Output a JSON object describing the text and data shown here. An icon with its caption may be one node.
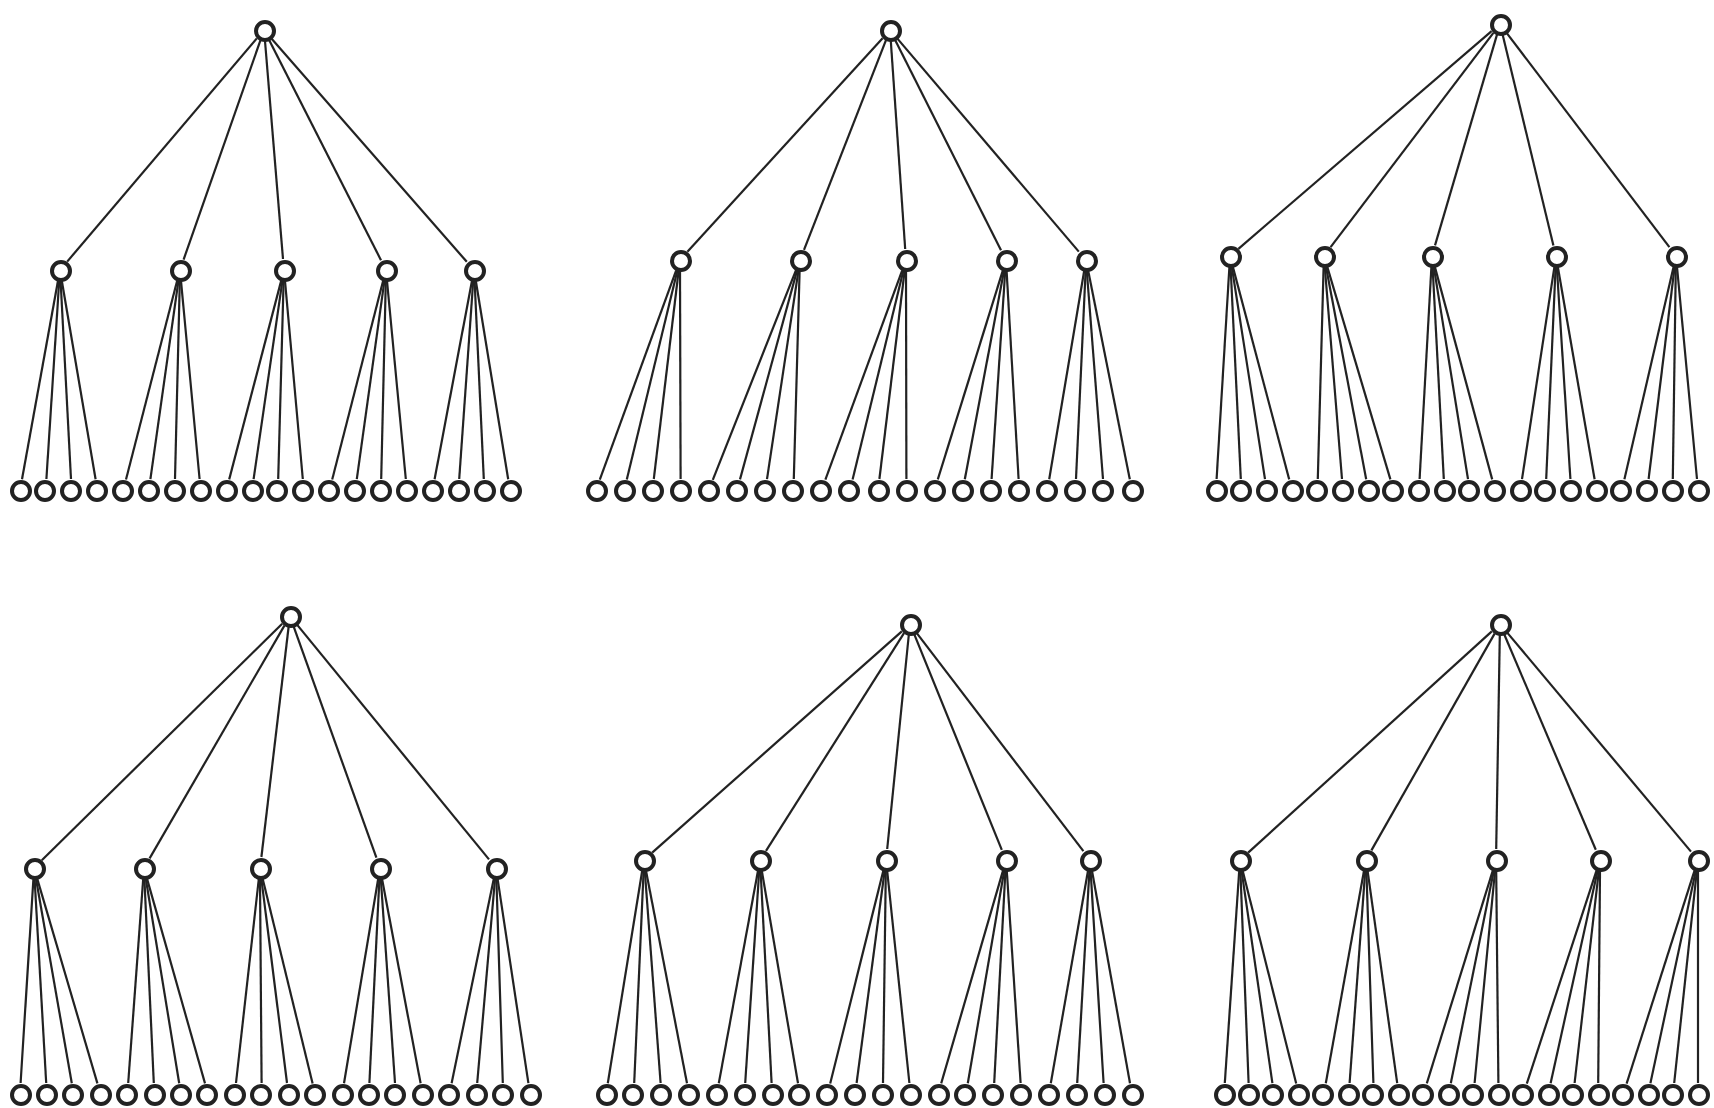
{
  "diagram": {
    "nodes": [
      {
        "text": [],
        "shape": "circle"
      },
      {
        "text": [],
        "shape": "circle"
      },
      {
        "text": [],
        "shape": "circle"
      },
      {
        "text": [],
        "shape": "circle"
      },
      {
        "text": [],
        "shape": "circle"
      },
      {
        "text": [],
        "shape": "circle"
      },
      {
        "text": [],
        "shape": "circle"
      },
      {
        "text": [],
        "shape": "circle"
      },
      {
        "text": [],
        "shape": "circle"
      },
      {
        "text": [],
        "shape": "circle"
      },
      {
        "text": [],
        "shape": "circle"
      },
      {
        "text": [],
        "shape": "circle"
      },
      {
        "text": [],
        "shape": "circle"
      },
      {
        "text": [],
        "shape": "circle"
      },
      {
        "text": [],
        "shape": "circle"
      },
      {
        "text": [],
        "shape": "circle"
      },
      {
        "text": [],
        "shape": "circle"
      },
      {
        "text": [],
        "shape": "circle"
      },
      {
        "text": [],
        "shape": "circle"
      },
      {
        "text": [],
        "shape": "circle"
      },
      {
        "text": [],
        "shape": "circle"
      },
      {
        "text": [],
        "shape": "circle"
      },
      {
        "text": [],
        "shape": "circle"
      },
      {
        "text": [],
        "shape": "circle"
      },
      {
        "text": [],
        "shape": "circle"
      },
      {
        "text": [],
        "shape": "circle"
      },
      {
        "text": [],
        "shape": "circle"
      },
      {
        "text": [],
        "shape": "circle"
      },
      {
        "text": [],
        "shape": "circle"
      },
      {
        "text": [],
        "shape": "circle"
      },
      {
        "text": [],
        "shape": "circle"
      },
      {
        "text": [],
        "shape": "circle"
      },
      {
        "text": [],
        "shape": "circle"
      },
      {
        "text": [],
        "shape": "circle"
      },
      {
        "text": [],
        "shape": "circle"
      },
      {
        "text": [],
        "shape": "circle"
      },
      {
        "text": [],
        "shape": "circle"
      },
      {
        "text": [],
        "shape": "circle"
      },
      {
        "text": [],
        "shape": "circle"
      },
      {
        "text": [],
        "shape": "circle"
      },
      {
        "text": [],
        "shape": "circle"
      },
      {
        "text": [],
        "shape": "circle"
      },
      {
        "text": [],
        "shape": "circle"
      },
      {
        "text": [],
        "shape": "circle"
      },
      {
        "text": [],
        "shape": "circle"
      },
      {
        "text": [],
        "shape": "circle"
      },
      {
        "text": [],
        "shape": "circle"
      },
      {
        "text": [],
        "shape": "circle"
      },
      {
        "text": [],
        "shape": "circle"
      },
      {
        "text": [],
        "shape": "circle"
      },
      {
        "text": [],
        "shape": "circle"
      },
      {
        "text": [],
        "shape": "circle"
      },
      {
        "text": [],
        "shape": "circle"
      },
      {
        "text": [],
        "shape": "circle"
      },
      {
        "text": [],
        "shape": "circle"
      },
      {
        "text": [],
        "shape": "circle"
      },
      {
        "text": [],
        "shape": "circle"
      },
      {
        "text": [],
        "shape": "circle"
      },
      {
        "text": [],
        "shape": "circle"
      },
      {
        "text": [],
        "shape": "circle"
      },
      {
        "text": [],
        "shape": "circle"
      },
      {
        "text": [],
        "shape": "circle"
      },
      {
        "text": [],
        "shape": "circle"
      },
      {
        "text": [],
        "shape": "circle"
      },
      {
        "text": [],
        "shape": "circle"
      },
      {
        "text": [],
        "shape": "circle"
      },
      {
        "text": [],
        "shape": "circle"
      },
      {
        "text": [],
        "shape": "circle"
      },
      {
        "text": [],
        "shape": "circle"
      },
      {
        "text": [],
        "shape": "circle"
      },
      {
        "text": [],
        "shape": "circle"
      },
      {
        "text": [],
        "shape": "circle"
      },
      {
        "text": [],
        "shape": "circle"
      },
      {
        "text": [],
        "shape": "circle"
      },
      {
        "text": [],
        "shape": "circle"
      },
      {
        "text": [],
        "shape": "circle"
      },
      {
        "text": [],
        "shape": "circle"
      },
      {
        "text": [],
        "shape": "circle"
      },
      {
        "text": [],
        "shape": "circle"
      },
      {
        "text": [],
        "shape": "circle"
      },
      {
        "text": [],
        "shape": "circle"
      },
      {
        "text": [],
        "shape": "circle"
      },
      {
        "text": [],
        "shape": "circle"
      },
      {
        "text": [],
        "shape": "circle"
      },
      {
        "text": [],
        "shape": "circle"
      },
      {
        "text": [],
        "shape": "circle"
      },
      {
        "text": [],
        "shape": "circle"
      },
      {
        "text": [],
        "shape": "circle"
      },
      {
        "text": [],
        "shape": "circle"
      },
      {
        "text": [],
        "shape": "circle"
      },
      {
        "text": [],
        "shape": "circle"
      },
      {
        "text": [],
        "shape": "circle"
      },
      {
        "text": [],
        "shape": "circle"
      },
      {
        "text": [],
        "shape": "circle"
      },
      {
        "text": [],
        "shape": "circle"
      },
      {
        "text": [],
        "shape": "circle"
      },
      {
        "text": [],
        "shape": "circle"
      },
      {
        "text": [],
        "shape": "circle"
      },
      {
        "text": [],
        "shape": "circle"
      },
      {
        "text": [],
        "shape": "circle"
      },
      {
        "text": [],
        "shape": "circle"
      },
      {
        "text": [],
        "shape": "circle"
      },
      {
        "text": [],
        "shape": "circle"
      },
      {
        "text": [],
        "shape": "circle"
      },
      {
        "text": [],
        "shape": "circle"
      },
      {
        "text": [],
        "shape": "circle"
      },
      {
        "text": [],
        "shape": "circle"
      },
      {
        "text": [],
        "shape": "circle"
      },
      {
        "text": [],
        "shape": "circle"
      },
      {
        "text": [],
        "shape": "circle"
      },
      {
        "text": [],
        "shape": "circle"
      },
      {
        "text": [],
        "shape": "circle"
      },
      {
        "text": [],
        "shape": "circle"
      },
      {
        "text": [],
        "shape": "circle"
      },
      {
        "text": [],
        "shape": "circle"
      },
      {
        "text": [],
        "shape": "circle"
      },
      {
        "text": [],
        "shape": "circle"
      },
      {
        "text": [],
        "shape": "circle"
      },
      {
        "text": [],
        "shape": "circle"
      },
      {
        "text": [],
        "shape": "circle"
      },
      {
        "text": [],
        "shape": "circle"
      },
      {
        "text": [],
        "shape": "circle"
      },
      {
        "text": [],
        "shape": "circle"
      },
      {
        "text": [],
        "shape": "circle"
      },
      {
        "text": [],
        "shape": "circle"
      },
      {
        "text": [],
        "shape": "circle"
      },
      {
        "text": [],
        "shape": "circle"
      },
      {
        "text": [],
        "shape": "circle"
      },
      {
        "text": [],
        "shape": "circle"
      },
      {
        "text": [],
        "shape": "circle"
      },
      {
        "text": [],
        "shape": "circle"
      },
      {
        "text": [],
        "shape": "circle"
      },
      {
        "text": [],
        "shape": "circle"
      },
      {
        "text": [],
        "shape": "circle"
      },
      {
        "text": [],
        "shape": "circle"
      },
      {
        "text": [],
        "shape": "circle"
      },
      {
        "text": [],
        "shape": "circle"
      },
      {
        "text": [],
        "shape": "circle"
      },
      {
        "text": [],
        "shape": "circle"
      },
      {
        "text": [],
        "shape": "circle"
      },
      {
        "text": [],
        "shape": "circle"
      },
      {
        "text": [],
        "shape": "circle"
      },
      {
        "text": [],
        "shape": "circle"
      },
      {
        "text": [],
        "shape": "circle"
      },
      {
        "text": [],
        "shape": "circle"
      },
      {
        "text": [],
        "shape": "circle"
      },
      {
        "text": [],
        "shape": "circle"
      },
      {
        "text": [],
        "shape": "circle"
      },
      {
        "text": [],
        "shape": "circle"
      },
      {
        "text": [],
        "shape": "circle"
      },
      {
        "text": [],
        "shape": "circle"
      },
      {
        "text": [],
        "shape": "circle"
      },
      {
        "text": [],
        "shape": "circle"
      },
      {
        "text": [],
        "shape": "circle"
      },
      {
        "text": [],
        "shape": "circle"
      },
      {
        "text": [],
        "shape": "circle"
      }
    ],
    "edges": [
      {
        "from": 0,
        "to": 1,
        "arrow": "none"
      },
      {
        "from": 0,
        "to": 2,
        "arrow": "none"
      },
      {
        "from": 0,
        "to": 3,
        "arrow": "none"
      },
      {
        "from": 0,
        "to": 4,
        "arrow": "none"
      },
      {
        "from": 0,
        "to": 5,
        "arrow": "none"
      },
      {
        "from": 1,
        "to": 6,
        "arrow": "none"
      },
      {
        "from": 1,
        "to": 7,
        "arrow": "none"
      },
      {
        "from": 1,
        "to": 8,
        "arrow": "none"
      },
      {
        "from": 1,
        "to": 9,
        "arrow": "none"
      },
      {
        "from": 2,
        "to": 10,
        "arrow": "none"
      },
      {
        "from": 2,
        "to": 11,
        "arrow": "none"
      },
      {
        "from": 2,
        "to": 12,
        "arrow": "none"
      },
      {
        "from": 2,
        "to": 13,
        "arrow": "none"
      },
      {
        "from": 3,
        "to": 14,
        "arrow": "none"
      },
      {
        "from": 3,
        "to": 15,
        "arrow": "none"
      },
      {
        "from": 3,
        "to": 16,
        "arrow": "none"
      },
      {
        "from": 3,
        "to": 17,
        "arrow": "none"
      },
      {
        "from": 4,
        "to": 18,
        "arrow": "none"
      },
      {
        "from": 4,
        "to": 19,
        "arrow": "none"
      },
      {
        "from": 4,
        "to": 20,
        "arrow": "none"
      },
      {
        "from": 4,
        "to": 21,
        "arrow": "none"
      },
      {
        "from": 5,
        "to": 22,
        "arrow": "none"
      },
      {
        "from": 5,
        "to": 23,
        "arrow": "none"
      },
      {
        "from": 5,
        "to": 24,
        "arrow": "none"
      },
      {
        "from": 5,
        "to": 25,
        "arrow": "none"
      },
      {
        "from": 26,
        "to": 27,
        "arrow": "none"
      },
      {
        "from": 26,
        "to": 28,
        "arrow": "none"
      },
      {
        "from": 26,
        "to": 29,
        "arrow": "none"
      },
      {
        "from": 26,
        "to": 30,
        "arrow": "none"
      },
      {
        "from": 26,
        "to": 31,
        "arrow": "none"
      },
      {
        "from": 27,
        "to": 32,
        "arrow": "none"
      },
      {
        "from": 27,
        "to": 33,
        "arrow": "none"
      },
      {
        "from": 27,
        "to": 34,
        "arrow": "none"
      },
      {
        "from": 27,
        "to": 35,
        "arrow": "none"
      },
      {
        "from": 28,
        "to": 36,
        "arrow": "none"
      },
      {
        "from": 28,
        "to": 37,
        "arrow": "none"
      },
      {
        "from": 28,
        "to": 38,
        "arrow": "none"
      },
      {
        "from": 28,
        "to": 39,
        "arrow": "none"
      },
      {
        "from": 29,
        "to": 40,
        "arrow": "none"
      },
      {
        "from": 29,
        "to": 41,
        "arrow": "none"
      },
      {
        "from": 29,
        "to": 42,
        "arrow": "none"
      },
      {
        "from": 29,
        "to": 43,
        "arrow": "none"
      },
      {
        "from": 30,
        "to": 44,
        "arrow": "none"
      },
      {
        "from": 30,
        "to": 45,
        "arrow": "none"
      },
      {
        "from": 30,
        "to": 46,
        "arrow": "none"
      },
      {
        "from": 30,
        "to": 47,
        "arrow": "none"
      },
      {
        "from": 31,
        "to": 48,
        "arrow": "none"
      },
      {
        "from": 31,
        "to": 49,
        "arrow": "none"
      },
      {
        "from": 31,
        "to": 50,
        "arrow": "none"
      },
      {
        "from": 31,
        "to": 51,
        "arrow": "none"
      },
      {
        "from": 52,
        "to": 53,
        "arrow": "none"
      },
      {
        "from": 52,
        "to": 54,
        "arrow": "none"
      },
      {
        "from": 52,
        "to": 55,
        "arrow": "none"
      },
      {
        "from": 52,
        "to": 56,
        "arrow": "none"
      },
      {
        "from": 52,
        "to": 57,
        "arrow": "none"
      },
      {
        "from": 53,
        "to": 58,
        "arrow": "none"
      },
      {
        "from": 53,
        "to": 59,
        "arrow": "none"
      },
      {
        "from": 53,
        "to": 60,
        "arrow": "none"
      },
      {
        "from": 53,
        "to": 61,
        "arrow": "none"
      },
      {
        "from": 54,
        "to": 62,
        "arrow": "none"
      },
      {
        "from": 54,
        "to": 63,
        "arrow": "none"
      },
      {
        "from": 54,
        "to": 64,
        "arrow": "none"
      },
      {
        "from": 54,
        "to": 65,
        "arrow": "none"
      },
      {
        "from": 55,
        "to": 66,
        "arrow": "none"
      },
      {
        "from": 55,
        "to": 67,
        "arrow": "none"
      },
      {
        "from": 55,
        "to": 68,
        "arrow": "none"
      },
      {
        "from": 55,
        "to": 69,
        "arrow": "none"
      },
      {
        "from": 56,
        "to": 70,
        "arrow": "none"
      },
      {
        "from": 56,
        "to": 71,
        "arrow": "none"
      },
      {
        "from": 56,
        "to": 72,
        "arrow": "none"
      },
      {
        "from": 56,
        "to": 73,
        "arrow": "none"
      },
      {
        "from": 57,
        "to": 74,
        "arrow": "none"
      },
      {
        "from": 57,
        "to": 75,
        "arrow": "none"
      },
      {
        "from": 57,
        "to": 76,
        "arrow": "none"
      },
      {
        "from": 57,
        "to": 77,
        "arrow": "none"
      },
      {
        "from": 78,
        "to": 79,
        "arrow": "none"
      },
      {
        "from": 78,
        "to": 80,
        "arrow": "none"
      },
      {
        "from": 78,
        "to": 81,
        "arrow": "none"
      },
      {
        "from": 78,
        "to": 82,
        "arrow": "none"
      },
      {
        "from": 78,
        "to": 83,
        "arrow": "none"
      },
      {
        "from": 79,
        "to": 84,
        "arrow": "none"
      },
      {
        "from": 79,
        "to": 85,
        "arrow": "none"
      },
      {
        "from": 79,
        "to": 86,
        "arrow": "none"
      },
      {
        "from": 79,
        "to": 87,
        "arrow": "none"
      },
      {
        "from": 80,
        "to": 88,
        "arrow": "none"
      },
      {
        "from": 80,
        "to": 89,
        "arrow": "none"
      },
      {
        "from": 80,
        "to": 90,
        "arrow": "none"
      },
      {
        "from": 80,
        "to": 91,
        "arrow": "none"
      },
      {
        "from": 81,
        "to": 92,
        "arrow": "none"
      },
      {
        "from": 81,
        "to": 93,
        "arrow": "none"
      },
      {
        "from": 81,
        "to": 94,
        "arrow": "none"
      },
      {
        "from": 81,
        "to": 95,
        "arrow": "none"
      },
      {
        "from": 82,
        "to": 96,
        "arrow": "none"
      },
      {
        "from": 82,
        "to": 97,
        "arrow": "none"
      },
      {
        "from": 82,
        "to": 98,
        "arrow": "none"
      },
      {
        "from": 82,
        "to": 99,
        "arrow": "none"
      },
      {
        "from": 83,
        "to": 100,
        "arrow": "none"
      },
      {
        "from": 83,
        "to": 101,
        "arrow": "none"
      },
      {
        "from": 83,
        "to": 102,
        "arrow": "none"
      },
      {
        "from": 83,
        "to": 103,
        "arrow": "none"
      },
      {
        "from": 104,
        "to": 105,
        "arrow": "none"
      },
      {
        "from": 104,
        "to": 106,
        "arrow": "none"
      },
      {
        "from": 104,
        "to": 107,
        "arrow": "none"
      },
      {
        "from": 104,
        "to": 108,
        "arrow": "none"
      },
      {
        "from": 104,
        "to": 109,
        "arrow": "none"
      },
      {
        "from": 105,
        "to": 110,
        "arrow": "none"
      },
      {
        "from": 105,
        "to": 111,
        "arrow": "none"
      },
      {
        "from": 105,
        "to": 112,
        "arrow": "none"
      },
      {
        "from": 105,
        "to": 113,
        "arrow": "none"
      },
      {
        "from": 106,
        "to": 114,
        "arrow": "none"
      },
      {
        "from": 106,
        "to": 115,
        "arrow": "none"
      },
      {
        "from": 106,
        "to": 116,
        "arrow": "none"
      },
      {
        "from": 106,
        "to": 117,
        "arrow": "none"
      },
      {
        "from": 107,
        "to": 118,
        "arrow": "none"
      },
      {
        "from": 107,
        "to": 119,
        "arrow": "none"
      },
      {
        "from": 107,
        "to": 120,
        "arrow": "none"
      },
      {
        "from": 107,
        "to": 121,
        "arrow": "none"
      },
      {
        "from": 108,
        "to": 122,
        "arrow": "none"
      },
      {
        "from": 108,
        "to": 123,
        "arrow": "none"
      },
      {
        "from": 108,
        "to": 124,
        "arrow": "none"
      },
      {
        "from": 108,
        "to": 125,
        "arrow": "none"
      },
      {
        "from": 109,
        "to": 126,
        "arrow": "none"
      },
      {
        "from": 109,
        "to": 127,
        "arrow": "none"
      },
      {
        "from": 109,
        "to": 128,
        "arrow": "none"
      },
      {
        "from": 109,
        "to": 129,
        "arrow": "none"
      },
      {
        "from": 130,
        "to": 131,
        "arrow": "none"
      },
      {
        "from": 130,
        "to": 132,
        "arrow": "none"
      },
      {
        "from": 130,
        "to": 133,
        "arrow": "none"
      },
      {
        "from": 130,
        "to": 134,
        "arrow": "none"
      },
      {
        "from": 130,
        "to": 135,
        "arrow": "none"
      },
      {
        "from": 131,
        "to": 136,
        "arrow": "none"
      },
      {
        "from": 131,
        "to": 137,
        "arrow": "none"
      },
      {
        "from": 131,
        "to": 138,
        "arrow": "none"
      },
      {
        "from": 131,
        "to": 139,
        "arrow": "none"
      },
      {
        "from": 132,
        "to": 140,
        "arrow": "none"
      },
      {
        "from": 132,
        "to": 141,
        "arrow": "none"
      },
      {
        "from": 132,
        "to": 142,
        "arrow": "none"
      },
      {
        "from": 132,
        "to": 143,
        "arrow": "none"
      },
      {
        "from": 133,
        "to": 144,
        "arrow": "none"
      },
      {
        "from": 133,
        "to": 145,
        "arrow": "none"
      },
      {
        "from": 133,
        "to": 146,
        "arrow": "none"
      },
      {
        "from": 133,
        "to": 147,
        "arrow": "none"
      },
      {
        "from": 134,
        "to": 148,
        "arrow": "none"
      },
      {
        "from": 134,
        "to": 149,
        "arrow": "none"
      },
      {
        "from": 134,
        "to": 150,
        "arrow": "none"
      },
      {
        "from": 134,
        "to": 151,
        "arrow": "none"
      },
      {
        "from": 135,
        "to": 152,
        "arrow": "none"
      },
      {
        "from": 135,
        "to": 153,
        "arrow": "none"
      },
      {
        "from": 135,
        "to": 154,
        "arrow": "none"
      },
      {
        "from": 135,
        "to": 155,
        "arrow": "none"
      }
    ]
  }
}
